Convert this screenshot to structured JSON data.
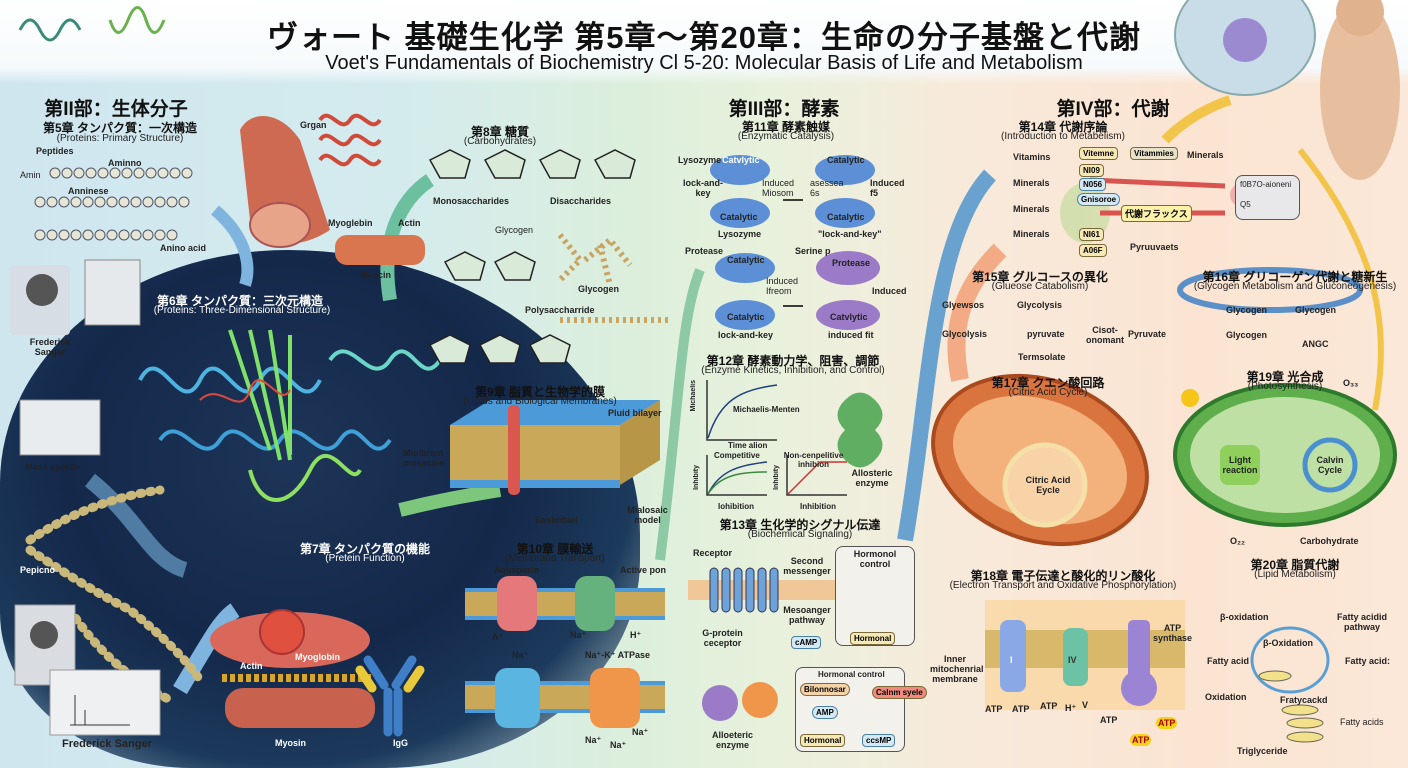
{
  "title": {
    "jp": "ヴォート 基礎生化学 第5章〜第20章：生命の分子基盤と代謝",
    "en": "Voet's Fundamentals of Biochemistry Cl 5-20: Molecular Basis of Life and Metabolism"
  },
  "part2": {
    "title": "第II部：生体分子",
    "ch5": {
      "jp": "第5章 タンパク質：一次構造",
      "en": "(Proteins: Primary Structure)",
      "labels": [
        "Peptides",
        "Aminno",
        "Amin",
        "Anninese",
        "Anino acid"
      ]
    },
    "ch6": {
      "jp": "第6章 タンパク質：三次元構造",
      "en": "(Proteins: Three-Dimensional Structure)"
    },
    "ch7": {
      "jp": "第7章 タンパク質の機能",
      "en": "(Pretein Function)",
      "labels": [
        "Myoglobin",
        "Actin",
        "Myosin",
        "IgG"
      ]
    },
    "ch8": {
      "jp": "第8章 糖質",
      "en": "(Carbohydrates)",
      "labels": [
        "Monosaccharides",
        "Disaccharides",
        "Glycogen",
        "Glycogen",
        "Polysaccharride"
      ]
    },
    "ch9": {
      "jp": "第9章 脂質と生物学的膜",
      "en": "(Lipids and Biological Membranes)",
      "labels": [
        "Pluid bilayer",
        "Miuibrant mosacois",
        "Eosimtael",
        "Mialosaic model"
      ]
    },
    "ch10": {
      "jp": "第10章 膜輸送",
      "en": "(Membrana Transport)",
      "labels": [
        "Aquaporin",
        "Active pon",
        "Na⁺",
        "H⁺",
        "A⁺",
        "Na⁺",
        "Na⁺-K⁺ ATPase",
        "Na⁺",
        "Na⁺",
        "Na⁺"
      ]
    },
    "misc": [
      "Grgan",
      "Myoglebin",
      "Actin",
      "Myocin",
      "Frederick Sanger",
      "Mass specth",
      "Pepicno",
      "Frederick Sanger"
    ]
  },
  "part3": {
    "title": "第III部：酵素",
    "ch11": {
      "jp": "第11章 酵素触媒",
      "en": "(Enzymatic Catalysis)",
      "labels": [
        "Lysozyme",
        "Catvlytic",
        "lock-and-key",
        "Induced Miosom",
        "Catalytic",
        "Lysozyme",
        "Catalytic",
        "asessea 6s",
        "Induced f5",
        "Catalytic",
        "\"lock-and-key\"",
        "Protease",
        "Catalytic",
        "Induced Ifreom",
        "Catalytic",
        "lock-and-key",
        "Serine p",
        "Protease",
        "Induced",
        "Catvlytic",
        "induced fit"
      ]
    },
    "ch12": {
      "jp": "第12章 酵素動力学、阻害、調節",
      "en": "(Enzyme Kinetics, Inhibition, and Control)",
      "labels": [
        "Michaelis-Menten",
        "Time alion",
        "Competitive",
        "Non-cenpelitive inhibion",
        "Iohibition",
        "Inhibition",
        "Allosteric enzyme",
        "Michaelis",
        "Inhibity",
        "Inhibity"
      ]
    },
    "ch13": {
      "jp": "第13章 生化学的シグナル伝達",
      "en": "(Biochemical Signaling)",
      "labels": [
        "Receptor",
        "Second messenger",
        "Mesoanger pathway",
        "G-protein ceceptor",
        "cAMP",
        "Hormonol control",
        "Hormonal",
        "Alloeteric enzyme",
        "Hormonal control",
        "Bilonnosar",
        "Calnm syele",
        "AMP",
        "Hormonal",
        "ccsMP"
      ]
    }
  },
  "part4": {
    "title": "第IV部：代謝",
    "ch14": {
      "jp": "第14章 代謝序論",
      "en": "(Introduction to Metabelism)",
      "labels": [
        "Vitamins",
        "Minerals",
        "Minerals",
        "Minerals",
        "Vitemne",
        "NI09",
        "N056",
        "Gnisoroe",
        "NI61",
        "A06F",
        "Vitammies",
        "Minerals",
        "代謝フラックス",
        "Pyruuvaets",
        "f0B7O-aioneni",
        "Q5"
      ]
    },
    "ch15": {
      "jp": "第15章 グルコースの異化",
      "en": "(Glueose Catabolism)",
      "labels": [
        "Glyewsos",
        "Glycolysis",
        "Glycolysis",
        "pyruvate",
        "Cisot-onomant",
        "Pyruvate",
        "Termsolate"
      ]
    },
    "ch16": {
      "jp": "第16章 グリコーゲン代謝と糖新生",
      "en": "(Glycogen Metabolism and Gluconeogenesis)",
      "labels": [
        "Glycogen",
        "Glycogen",
        "Glycogen",
        "ANGC"
      ]
    },
    "ch17": {
      "jp": "第17章 クエン酸回路",
      "en": "(Citric Acid Cycle)",
      "labels": [
        "Citric Acid Eycle"
      ]
    },
    "ch18": {
      "jp": "第18章 電子伝達と酸化的リン酸化",
      "en": "(Electron Transport and Oxidative Phosphorylation)",
      "labels": [
        "Inner mitochenrial membrane",
        "I",
        "IV",
        "ATP synthase",
        "ATP",
        "ATP",
        "ATP",
        "H⁺",
        "V",
        "ATP",
        "ATP",
        "ATP"
      ]
    },
    "ch19": {
      "jp": "第19章 光合成",
      "en": "(Photosynthesis)",
      "labels": [
        "O₃₃",
        "Light reaction",
        "Calvin Cycle",
        "O₂₂",
        "Carbohydrate"
      ]
    },
    "ch20": {
      "jp": "第20章 脂質代謝",
      "en": "(Lipid Metabolism)",
      "labels": [
        "β-oxidation",
        "Fatty acidid pathway",
        "β-Oxidation",
        "Fatty acid",
        "Fatty acid:",
        "Oxidation",
        "Fratycackd",
        "Fatty acids",
        "Triglyceride"
      ]
    }
  },
  "colors": {
    "navy": "#14284a",
    "orange": "#e07a3a",
    "green": "#4f9a3c",
    "blue": "#5a8fc8",
    "yellow": "#f2c54a"
  }
}
